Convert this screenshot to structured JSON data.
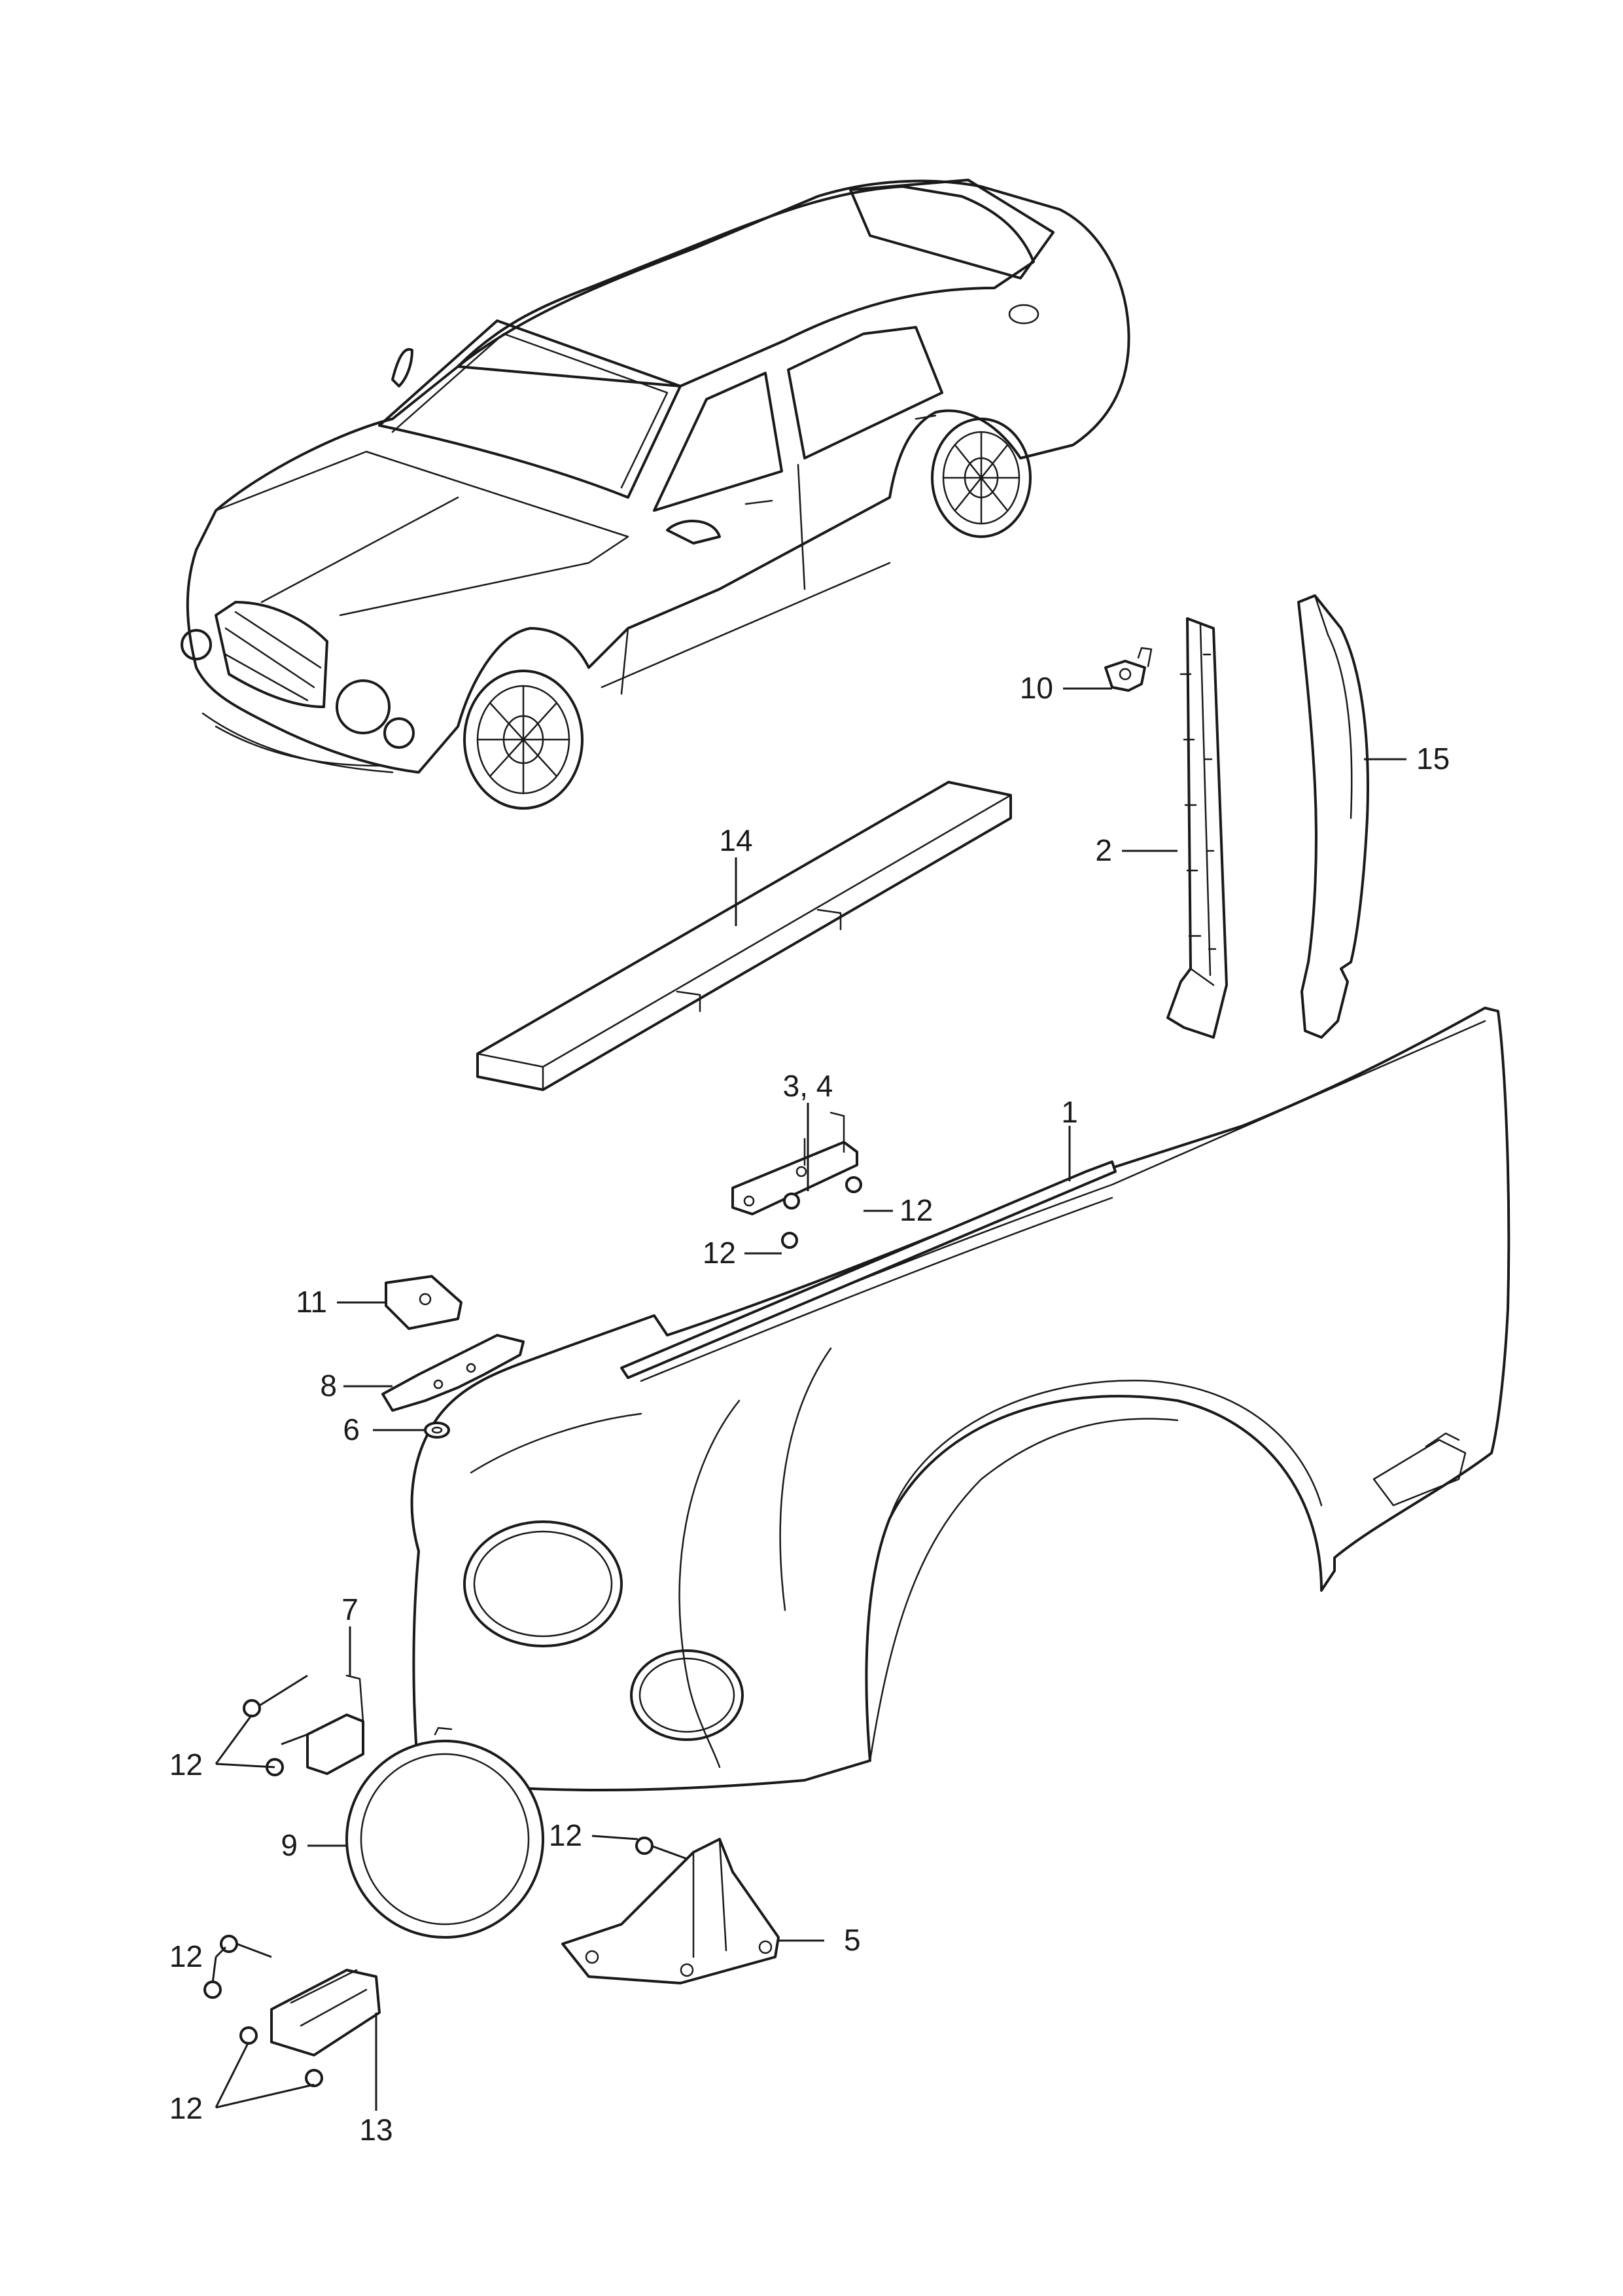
{
  "labels": {
    "c1": "1",
    "c2": "2",
    "c3_4": "3, 4",
    "c5": "5",
    "c6": "6",
    "c7": "7",
    "c8": "8",
    "c9": "9",
    "c10": "10",
    "c11": "11",
    "c12a": "12",
    "c12b": "12",
    "c12c": "12",
    "c12d": "12",
    "c12e": "12",
    "c12f": "12",
    "c13": "13",
    "c14": "14",
    "c15": "15"
  }
}
